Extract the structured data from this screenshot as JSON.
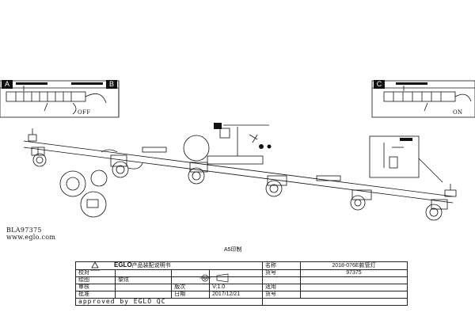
{
  "panels": {
    "a_letter": "A",
    "b_letter": "B",
    "c_letter": "C",
    "off_label": "OFF",
    "on_label": "ON"
  },
  "product": {
    "code": "BLA97375",
    "website": "www.eglo.com"
  },
  "page_format": "A5印制",
  "title_block": {
    "brand": "EGLO",
    "doc_title": "产品装配说明书",
    "name_label": "名称",
    "name_value": "2018-076E款管灯",
    "check_label": "校对",
    "drawn_label": "绘图",
    "drawn_value": "黎炫",
    "review_label": "审核",
    "version_label": "版次",
    "version_value": "V:1.0",
    "approve_label": "批准",
    "date_label": "日期",
    "date_value": "2017/12/21",
    "item_no_label": "货号",
    "item_no_value": "97375",
    "applicable_label": "适用",
    "item_no2_label": "货号",
    "approved_by": "approved by EGLO QC"
  }
}
